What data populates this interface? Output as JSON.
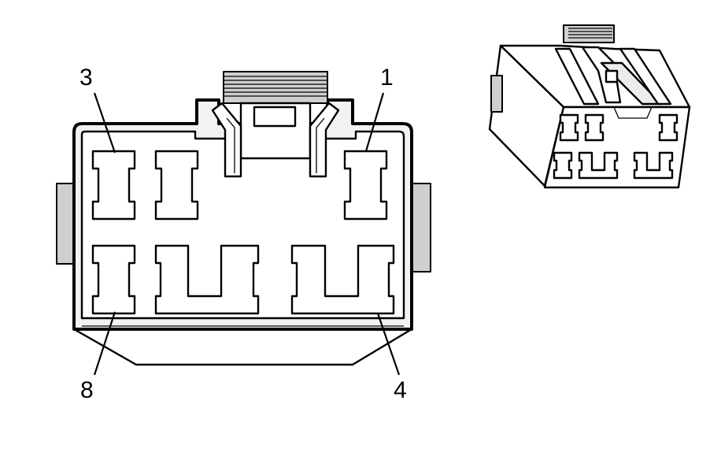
{
  "diagram": {
    "pin_labels": {
      "top_left": "3",
      "top_right": "1",
      "bottom_left": "8",
      "bottom_right": "4"
    }
  }
}
